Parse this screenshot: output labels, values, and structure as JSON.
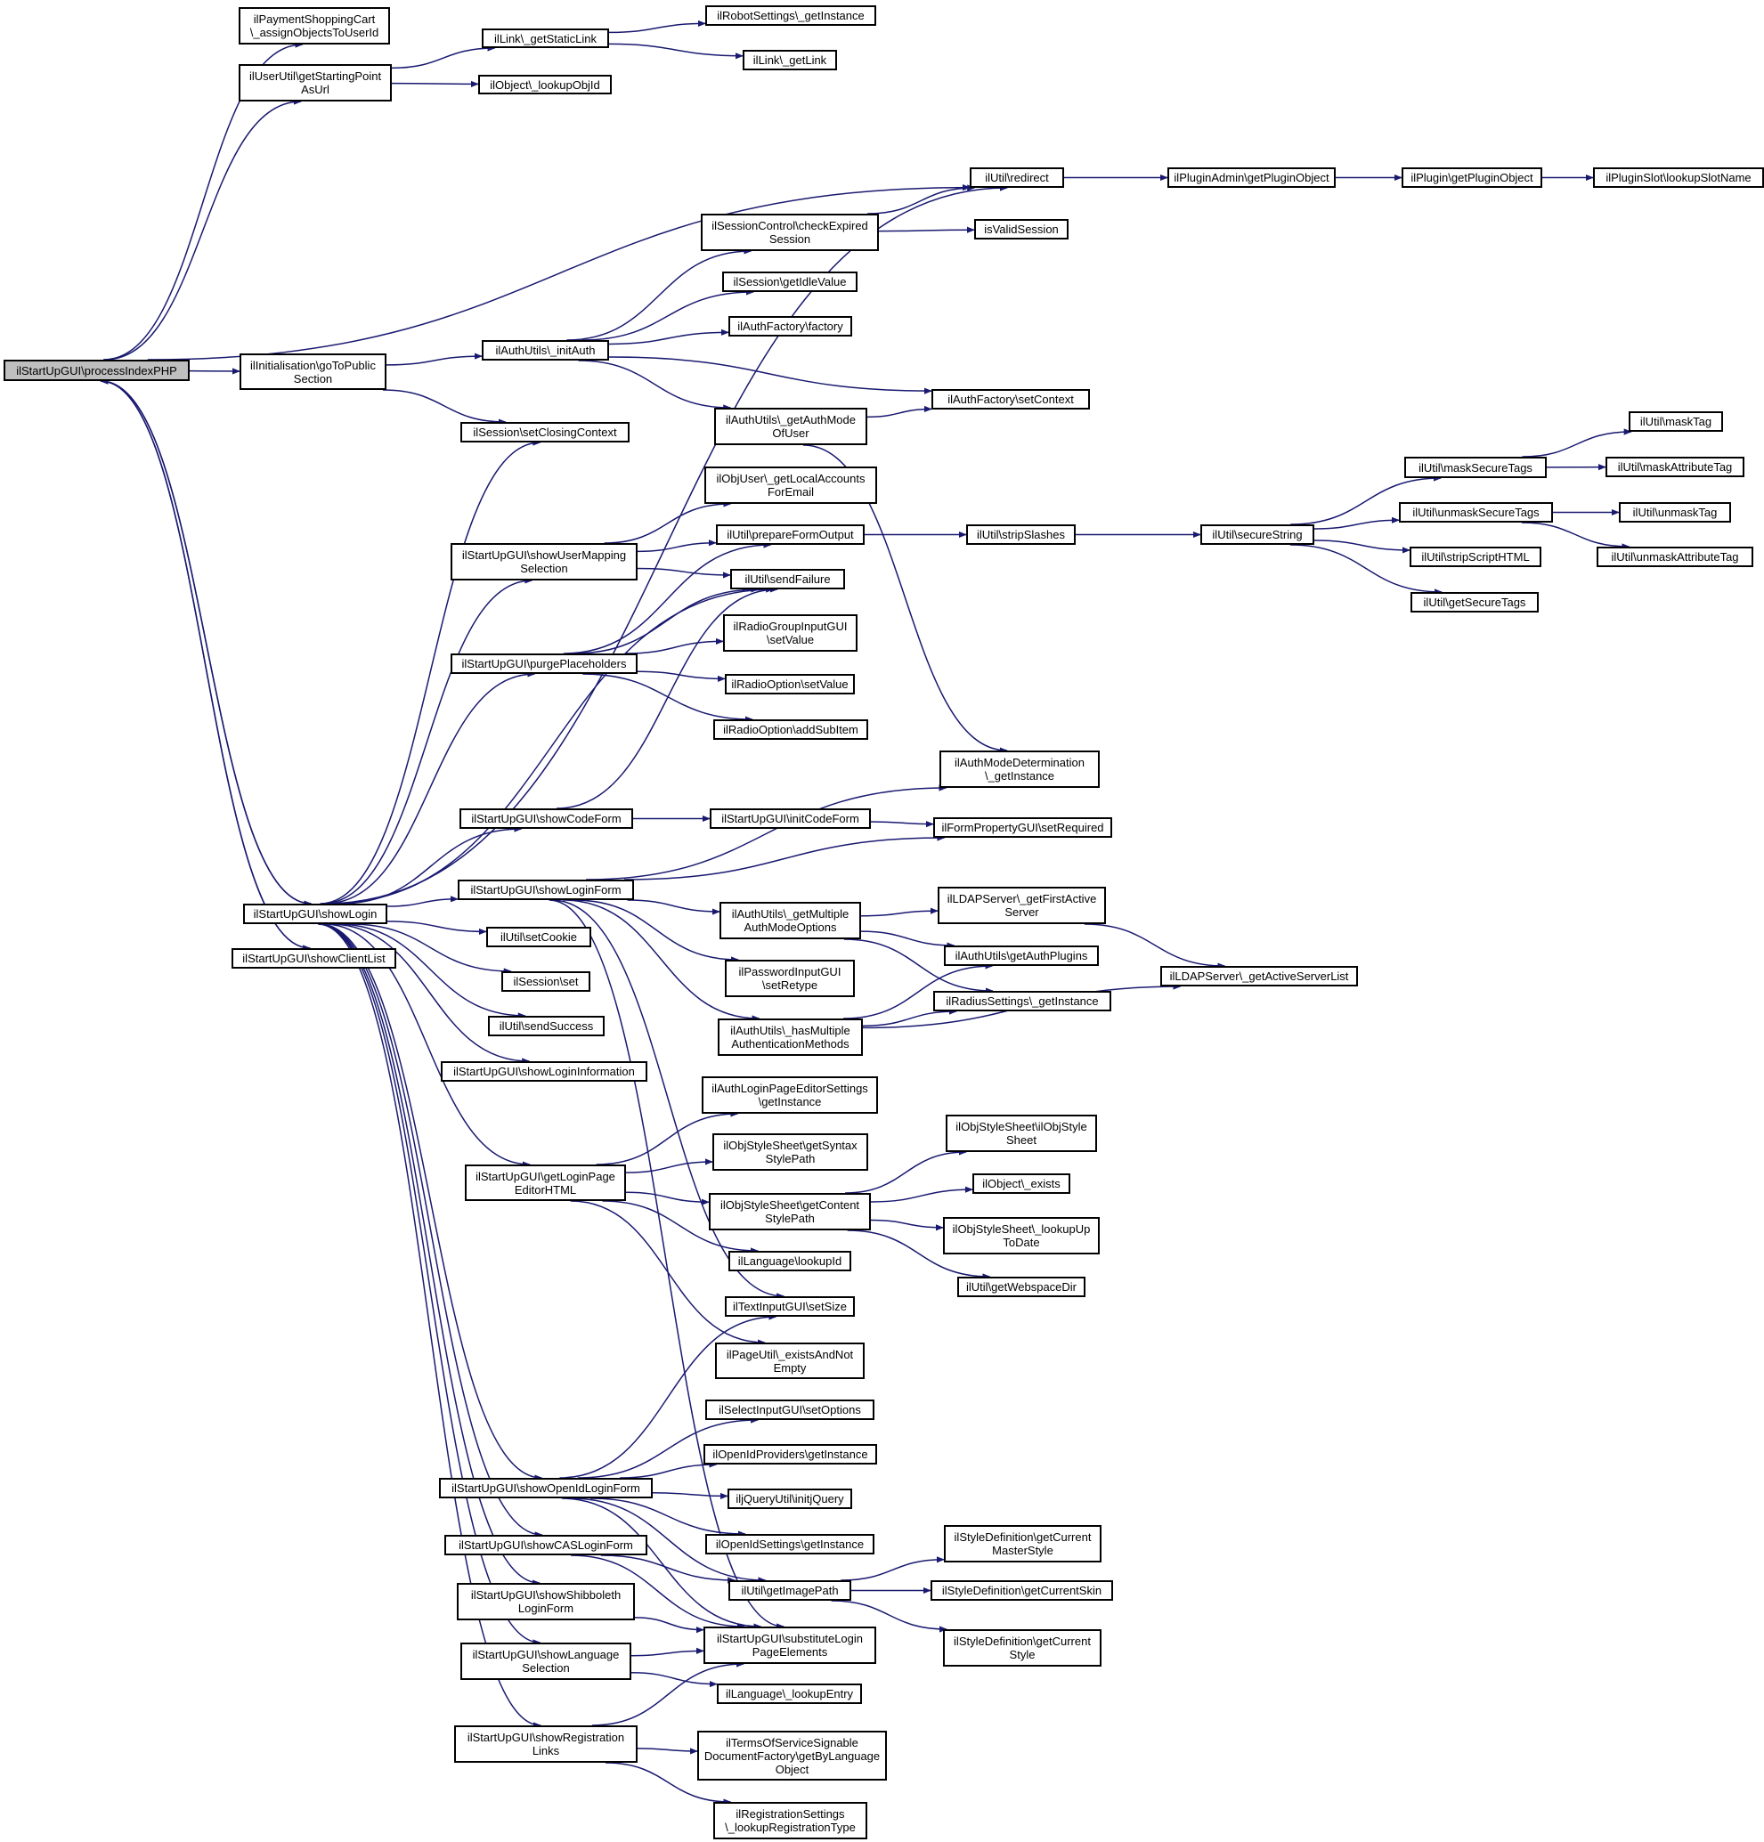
{
  "diagram": {
    "type": "call-graph",
    "root": "ilStartUpGUI\\processIndexPHP",
    "colors": {
      "edge": "#191970",
      "node_border": "#000000",
      "node_fill": "#ffffff",
      "root_fill": "#bfbfbf"
    },
    "nodes": [
      {
        "id": "root",
        "label": "ilStartUpGUI\\processIndexPHP"
      },
      {
        "id": "payShop",
        "label": "ilPaymentShoppingCart\n\\_assignObjectsToUserId"
      },
      {
        "id": "userUtil",
        "label": "ilUserUtil\\getStartingPoint\nAsUrl"
      },
      {
        "id": "linkStatic",
        "label": "ilLink\\_getStaticLink"
      },
      {
        "id": "robot",
        "label": "ilRobotSettings\\_getInstance"
      },
      {
        "id": "linkGet",
        "label": "ilLink\\_getLink"
      },
      {
        "id": "objLookup",
        "label": "ilObject\\_lookupObjId"
      },
      {
        "id": "redirect",
        "label": "ilUtil\\redirect"
      },
      {
        "id": "pluginAdmin",
        "label": "ilPluginAdmin\\getPluginObject"
      },
      {
        "id": "plugin",
        "label": "ilPlugin\\getPluginObject"
      },
      {
        "id": "pluginSlot",
        "label": "ilPluginSlot\\lookupSlotName"
      },
      {
        "id": "sessCheck",
        "label": "ilSessionControl\\checkExpired\nSession"
      },
      {
        "id": "validSess",
        "label": "isValidSession"
      },
      {
        "id": "sessIdle",
        "label": "ilSession\\getIdleValue"
      },
      {
        "id": "authFactory",
        "label": "ilAuthFactory\\factory"
      },
      {
        "id": "init",
        "label": "ilInitialisation\\goToPublic\nSection"
      },
      {
        "id": "initAuth",
        "label": "ilAuthUtils\\_initAuth"
      },
      {
        "id": "setContext",
        "label": "ilAuthFactory\\setContext"
      },
      {
        "id": "getAuthMode",
        "label": "ilAuthUtils\\_getAuthMode\nOfUser"
      },
      {
        "id": "sessClosing",
        "label": "ilSession\\setClosingContext"
      },
      {
        "id": "objUserLocal",
        "label": "ilObjUser\\_getLocalAccounts\nForEmail"
      },
      {
        "id": "userMapping",
        "label": "ilStartUpGUI\\showUserMapping\nSelection"
      },
      {
        "id": "prepareForm",
        "label": "ilUtil\\prepareFormOutput"
      },
      {
        "id": "stripSlashes",
        "label": "ilUtil\\stripSlashes"
      },
      {
        "id": "secureString",
        "label": "ilUtil\\secureString"
      },
      {
        "id": "maskSecure",
        "label": "ilUtil\\maskSecureTags"
      },
      {
        "id": "maskTag",
        "label": "ilUtil\\maskTag"
      },
      {
        "id": "maskAttr",
        "label": "ilUtil\\maskAttributeTag"
      },
      {
        "id": "unmaskSecure",
        "label": "ilUtil\\unmaskSecureTags"
      },
      {
        "id": "unmaskTag",
        "label": "ilUtil\\unmaskTag"
      },
      {
        "id": "unmaskAttr",
        "label": "ilUtil\\unmaskAttributeTag"
      },
      {
        "id": "stripScript",
        "label": "ilUtil\\stripScriptHTML"
      },
      {
        "id": "getSecure",
        "label": "ilUtil\\getSecureTags"
      },
      {
        "id": "sendFailure",
        "label": "ilUtil\\sendFailure"
      },
      {
        "id": "purge",
        "label": "ilStartUpGUI\\purgePlaceholders"
      },
      {
        "id": "radioGroup",
        "label": "ilRadioGroupInputGUI\n\\setValue"
      },
      {
        "id": "radioOpt",
        "label": "ilRadioOption\\setValue"
      },
      {
        "id": "radioSub",
        "label": "ilRadioOption\\addSubItem"
      },
      {
        "id": "authModeDet",
        "label": "ilAuthModeDetermination\n\\_getInstance"
      },
      {
        "id": "codeForm",
        "label": "ilStartUpGUI\\showCodeForm"
      },
      {
        "id": "initCode",
        "label": "ilStartUpGUI\\initCodeForm"
      },
      {
        "id": "setRequired",
        "label": "ilFormPropertyGUI\\setRequired"
      },
      {
        "id": "loginForm",
        "label": "ilStartUpGUI\\showLoginForm"
      },
      {
        "id": "showLogin",
        "label": "ilStartUpGUI\\showLogin"
      },
      {
        "id": "clientList",
        "label": "ilStartUpGUI\\showClientList"
      },
      {
        "id": "multiAuth",
        "label": "ilAuthUtils\\_getMultiple\nAuthModeOptions"
      },
      {
        "id": "ldapFirst",
        "label": "ilLDAPServer\\_getFirstActive\nServer"
      },
      {
        "id": "ldapList",
        "label": "ilLDAPServer\\_getActiveServerList"
      },
      {
        "id": "authPlugins",
        "label": "ilAuthUtils\\getAuthPlugins"
      },
      {
        "id": "radius",
        "label": "ilRadiusSettings\\_getInstance"
      },
      {
        "id": "pwRetype",
        "label": "ilPasswordInputGUI\n\\setRetype"
      },
      {
        "id": "hasMulti",
        "label": "ilAuthUtils\\_hasMultiple\nAuthenticationMethods"
      },
      {
        "id": "setCookie",
        "label": "ilUtil\\setCookie"
      },
      {
        "id": "sessSet",
        "label": "ilSession\\set"
      },
      {
        "id": "sendSuccess",
        "label": "ilUtil\\sendSuccess"
      },
      {
        "id": "loginInfo",
        "label": "ilStartUpGUI\\showLoginInformation"
      },
      {
        "id": "authLoginEd",
        "label": "ilAuthLoginPageEditorSettings\n\\getInstance"
      },
      {
        "id": "editorHTML",
        "label": "ilStartUpGUI\\getLoginPage\nEditorHTML"
      },
      {
        "id": "syntaxStyle",
        "label": "ilObjStyleSheet\\getSyntax\nStylePath"
      },
      {
        "id": "objStyleCtor",
        "label": "ilObjStyleSheet\\ilObjStyle\nSheet"
      },
      {
        "id": "contentStyle",
        "label": "ilObjStyleSheet\\getContent\nStylePath"
      },
      {
        "id": "objExists",
        "label": "ilObject\\_exists"
      },
      {
        "id": "lookupUpToDate",
        "label": "ilObjStyleSheet\\_lookupUp\nToDate"
      },
      {
        "id": "webspace",
        "label": "ilUtil\\getWebspaceDir"
      },
      {
        "id": "langLookupId",
        "label": "ilLanguage\\lookupId"
      },
      {
        "id": "textSize",
        "label": "ilTextInputGUI\\setSize"
      },
      {
        "id": "pageUtil",
        "label": "ilPageUtil\\_existsAndNot\nEmpty"
      },
      {
        "id": "selectOpts",
        "label": "ilSelectInputGUI\\setOptions"
      },
      {
        "id": "openIdProv",
        "label": "ilOpenIdProviders\\getInstance"
      },
      {
        "id": "openIdForm",
        "label": "ilStartUpGUI\\showOpenIdLoginForm"
      },
      {
        "id": "jquery",
        "label": "iljQueryUtil\\initjQuery"
      },
      {
        "id": "openIdSet",
        "label": "ilOpenIdSettings\\getInstance"
      },
      {
        "id": "casForm",
        "label": "ilStartUpGUI\\showCASLoginForm"
      },
      {
        "id": "imagePath",
        "label": "ilUtil\\getImagePath"
      },
      {
        "id": "masterStyle",
        "label": "ilStyleDefinition\\getCurrent\nMasterStyle"
      },
      {
        "id": "currentSkin",
        "label": "ilStyleDefinition\\getCurrentSkin"
      },
      {
        "id": "currentStyle",
        "label": "ilStyleDefinition\\getCurrent\nStyle"
      },
      {
        "id": "shibForm",
        "label": "ilStartUpGUI\\showShibboleth\nLoginForm"
      },
      {
        "id": "substitute",
        "label": "ilStartUpGUI\\substituteLogin\nPageElements"
      },
      {
        "id": "langSel",
        "label": "ilStartUpGUI\\showLanguage\nSelection"
      },
      {
        "id": "langEntry",
        "label": "ilLanguage\\_lookupEntry"
      },
      {
        "id": "regLinks",
        "label": "ilStartUpGUI\\showRegistration\nLinks"
      },
      {
        "id": "tos",
        "label": "ilTermsOfServiceSignable\nDocumentFactory\\getByLanguage\nObject"
      },
      {
        "id": "regSettings",
        "label": "ilRegistrationSettings\n\\_lookupRegistrationType"
      }
    ],
    "edges": [
      [
        "root",
        "payShop"
      ],
      [
        "root",
        "userUtil"
      ],
      [
        "root",
        "redirect"
      ],
      [
        "root",
        "init"
      ],
      [
        "root",
        "showLogin"
      ],
      [
        "root",
        "clientList"
      ],
      [
        "userUtil",
        "linkStatic"
      ],
      [
        "userUtil",
        "objLookup"
      ],
      [
        "linkStatic",
        "robot"
      ],
      [
        "linkStatic",
        "linkGet"
      ],
      [
        "redirect",
        "pluginAdmin"
      ],
      [
        "pluginAdmin",
        "plugin"
      ],
      [
        "plugin",
        "pluginSlot"
      ],
      [
        "init",
        "initAuth"
      ],
      [
        "init",
        "sessClosing"
      ],
      [
        "initAuth",
        "sessCheck"
      ],
      [
        "initAuth",
        "sessIdle"
      ],
      [
        "initAuth",
        "authFactory"
      ],
      [
        "initAuth",
        "setContext"
      ],
      [
        "initAuth",
        "getAuthMode"
      ],
      [
        "sessCheck",
        "redirect"
      ],
      [
        "sessCheck",
        "validSess"
      ],
      [
        "getAuthMode",
        "setContext"
      ],
      [
        "getAuthMode",
        "authModeDet"
      ],
      [
        "userMapping",
        "objUserLocal"
      ],
      [
        "userMapping",
        "prepareForm"
      ],
      [
        "userMapping",
        "sendFailure"
      ],
      [
        "prepareForm",
        "stripSlashes"
      ],
      [
        "stripSlashes",
        "secureString"
      ],
      [
        "secureString",
        "maskSecure"
      ],
      [
        "secureString",
        "unmaskSecure"
      ],
      [
        "secureString",
        "stripScript"
      ],
      [
        "secureString",
        "getSecure"
      ],
      [
        "maskSecure",
        "maskTag"
      ],
      [
        "maskSecure",
        "maskAttr"
      ],
      [
        "unmaskSecure",
        "unmaskTag"
      ],
      [
        "unmaskSecure",
        "unmaskAttr"
      ],
      [
        "purge",
        "prepareForm"
      ],
      [
        "purge",
        "sendFailure"
      ],
      [
        "purge",
        "radioGroup"
      ],
      [
        "purge",
        "radioOpt"
      ],
      [
        "purge",
        "radioSub"
      ],
      [
        "codeForm",
        "sendFailure"
      ],
      [
        "codeForm",
        "initCode"
      ],
      [
        "initCode",
        "setRequired"
      ],
      [
        "loginForm",
        "authModeDet"
      ],
      [
        "loginForm",
        "setRequired"
      ],
      [
        "loginForm",
        "multiAuth"
      ],
      [
        "loginForm",
        "pwRetype"
      ],
      [
        "loginForm",
        "hasMulti"
      ],
      [
        "loginForm",
        "textSize"
      ],
      [
        "loginForm",
        "substitute"
      ],
      [
        "multiAuth",
        "ldapFirst"
      ],
      [
        "multiAuth",
        "authPlugins"
      ],
      [
        "multiAuth",
        "radius"
      ],
      [
        "ldapFirst",
        "ldapList"
      ],
      [
        "hasMulti",
        "authPlugins"
      ],
      [
        "hasMulti",
        "radius"
      ],
      [
        "hasMulti",
        "ldapList"
      ],
      [
        "showLogin",
        "redirect"
      ],
      [
        "showLogin",
        "sessClosing"
      ],
      [
        "showLogin",
        "userMapping"
      ],
      [
        "showLogin",
        "sendFailure"
      ],
      [
        "showLogin",
        "purge"
      ],
      [
        "showLogin",
        "codeForm"
      ],
      [
        "showLogin",
        "loginForm"
      ],
      [
        "showLogin",
        "setCookie"
      ],
      [
        "showLogin",
        "sessSet"
      ],
      [
        "showLogin",
        "sendSuccess"
      ],
      [
        "showLogin",
        "loginInfo"
      ],
      [
        "showLogin",
        "editorHTML"
      ],
      [
        "showLogin",
        "openIdForm"
      ],
      [
        "showLogin",
        "casForm"
      ],
      [
        "showLogin",
        "shibForm"
      ],
      [
        "showLogin",
        "langSel"
      ],
      [
        "showLogin",
        "regLinks"
      ],
      [
        "showLogin",
        "root"
      ],
      [
        "clientList",
        "root"
      ],
      [
        "editorHTML",
        "authLoginEd"
      ],
      [
        "editorHTML",
        "syntaxStyle"
      ],
      [
        "editorHTML",
        "contentStyle"
      ],
      [
        "editorHTML",
        "langLookupId"
      ],
      [
        "editorHTML",
        "pageUtil"
      ],
      [
        "contentStyle",
        "objStyleCtor"
      ],
      [
        "contentStyle",
        "objExists"
      ],
      [
        "contentStyle",
        "lookupUpToDate"
      ],
      [
        "contentStyle",
        "webspace"
      ],
      [
        "openIdForm",
        "textSize"
      ],
      [
        "openIdForm",
        "selectOpts"
      ],
      [
        "openIdForm",
        "openIdProv"
      ],
      [
        "openIdForm",
        "jquery"
      ],
      [
        "openIdForm",
        "openIdSet"
      ],
      [
        "openIdForm",
        "imagePath"
      ],
      [
        "openIdForm",
        "substitute"
      ],
      [
        "casForm",
        "imagePath"
      ],
      [
        "casForm",
        "substitute"
      ],
      [
        "imagePath",
        "masterStyle"
      ],
      [
        "imagePath",
        "currentSkin"
      ],
      [
        "imagePath",
        "currentStyle"
      ],
      [
        "shibForm",
        "substitute"
      ],
      [
        "langSel",
        "substitute"
      ],
      [
        "langSel",
        "langEntry"
      ],
      [
        "regLinks",
        "substitute"
      ],
      [
        "regLinks",
        "tos"
      ],
      [
        "regLinks",
        "regSettings"
      ]
    ]
  }
}
